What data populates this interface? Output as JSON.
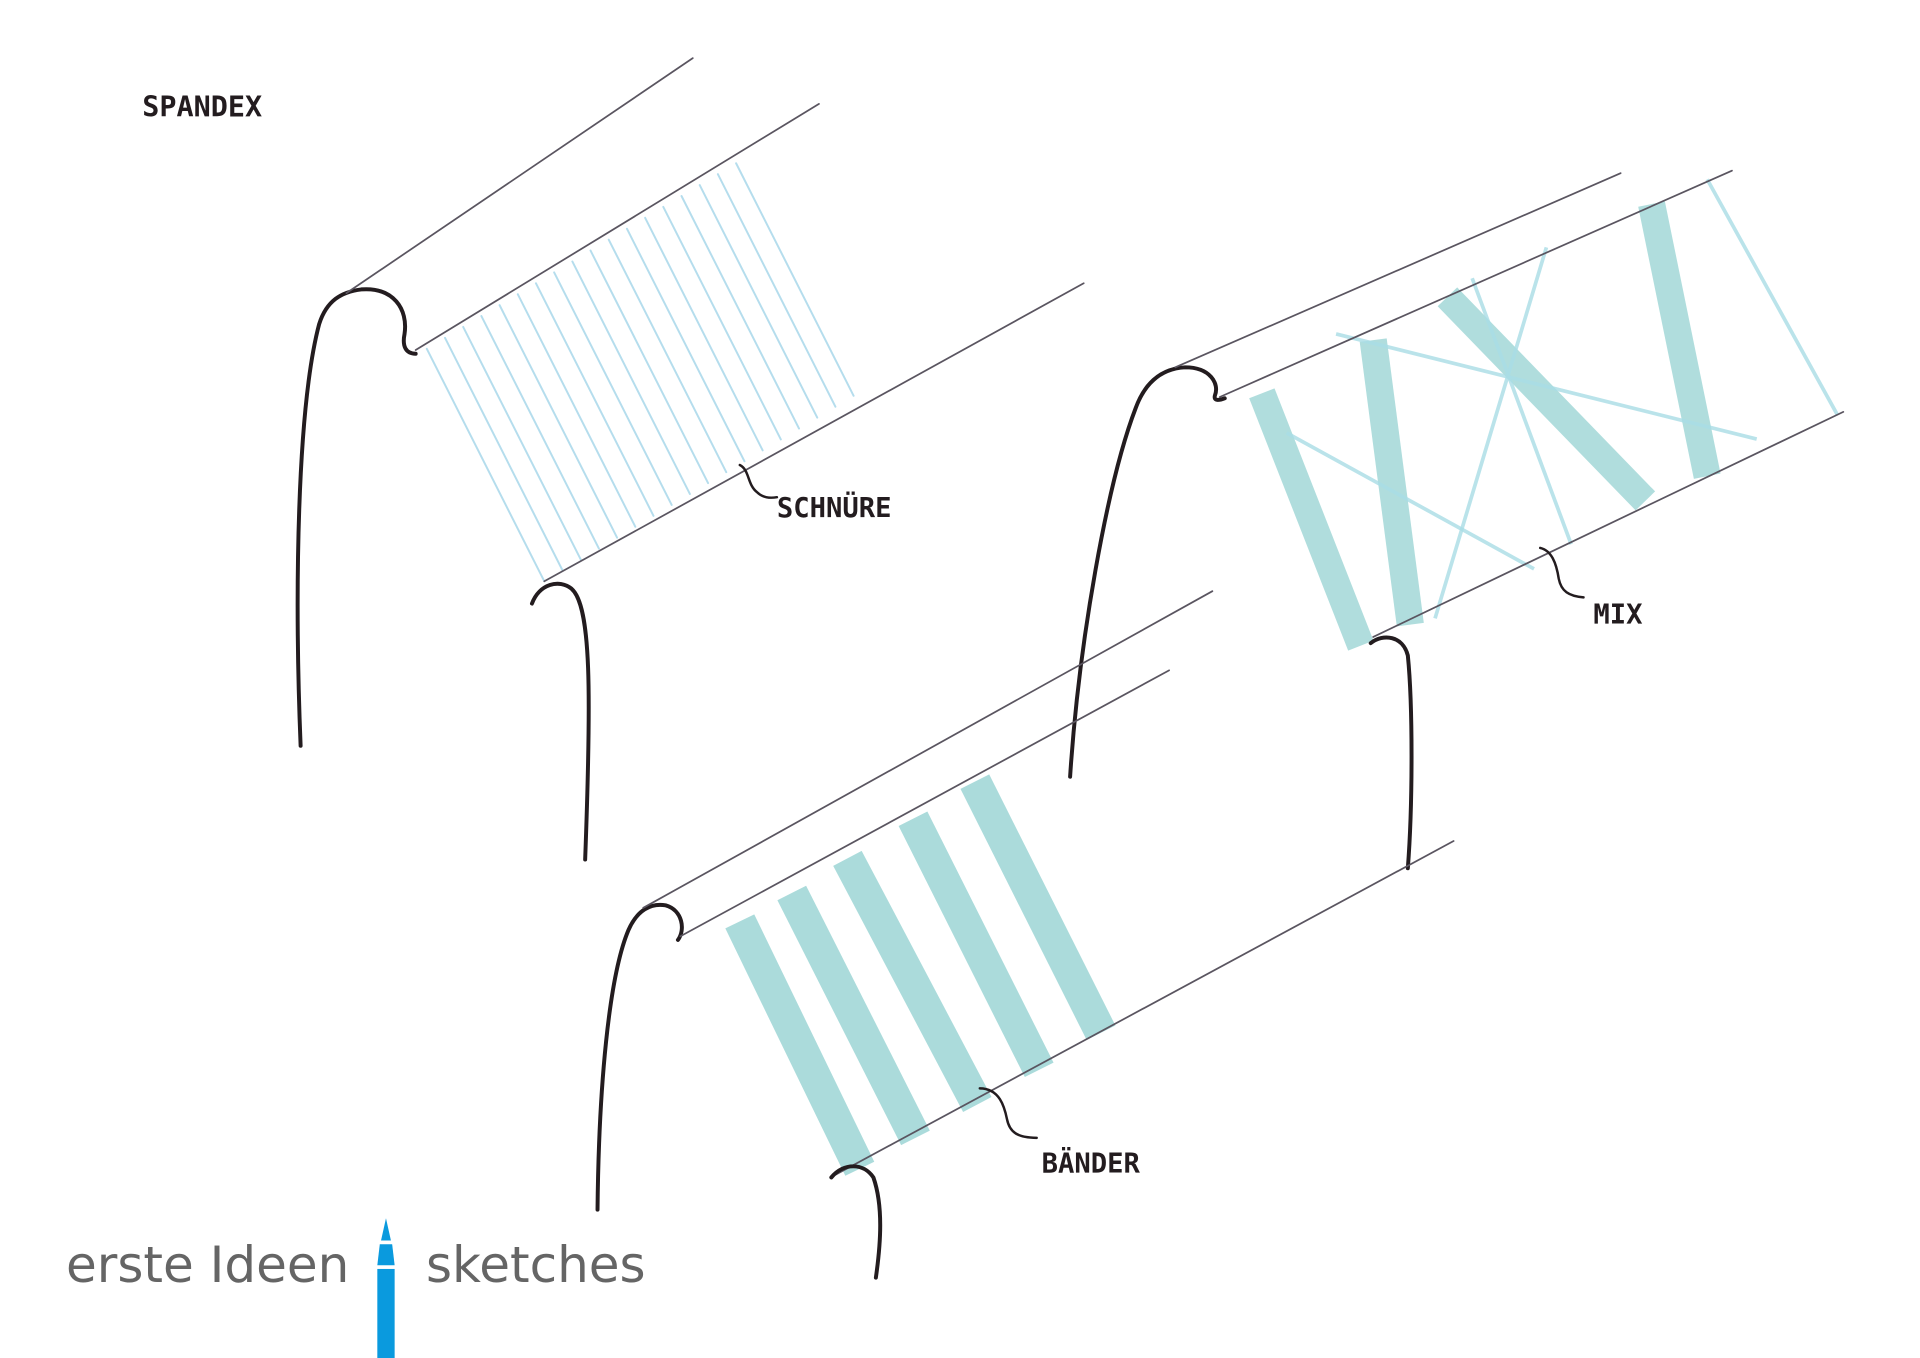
{
  "title": "SPANDEX",
  "labels": {
    "cords": "SCHNÜRE",
    "mix": "MIX",
    "bands": "BÄNDER"
  },
  "footer": {
    "left": "erste Ideen",
    "right": "sketches",
    "pen_color": "#0a9ade"
  },
  "colors": {
    "ink": "#231c1f",
    "marker": "#8fd0cf",
    "cord": "#a9d8ea"
  }
}
